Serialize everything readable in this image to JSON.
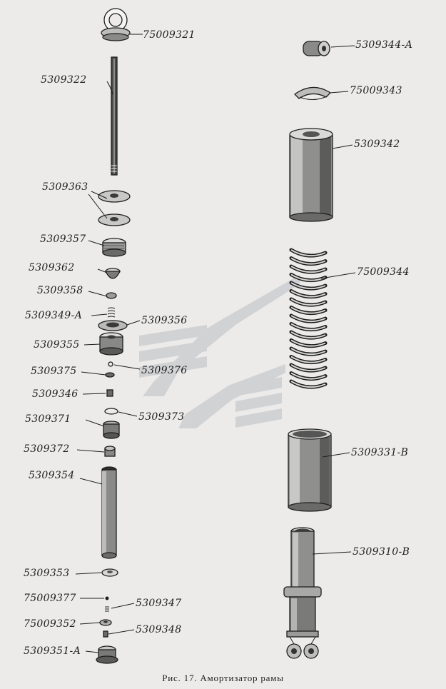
{
  "caption": "Рис. 17. Амортизатор рамы",
  "parts_left": [
    "75009321",
    "5309322",
    "5309363",
    "5309357",
    "5309362",
    "5309358",
    "5309349-А",
    "5309356",
    "5309355",
    "5309375",
    "5309376",
    "5309346",
    "5309373",
    "5309371",
    "5309372",
    "5309354",
    "5309353",
    "75009377",
    "5309347",
    "75009352",
    "5309348",
    "5309351-А"
  ],
  "parts_right": [
    "5309344-А",
    "75009343",
    "5309342",
    "75009344",
    "5309331-В",
    "5309310-В"
  ],
  "colors": {
    "ink": "#1e1e1e",
    "paper": "#ecebea",
    "watermark": "#c4c6c9"
  }
}
